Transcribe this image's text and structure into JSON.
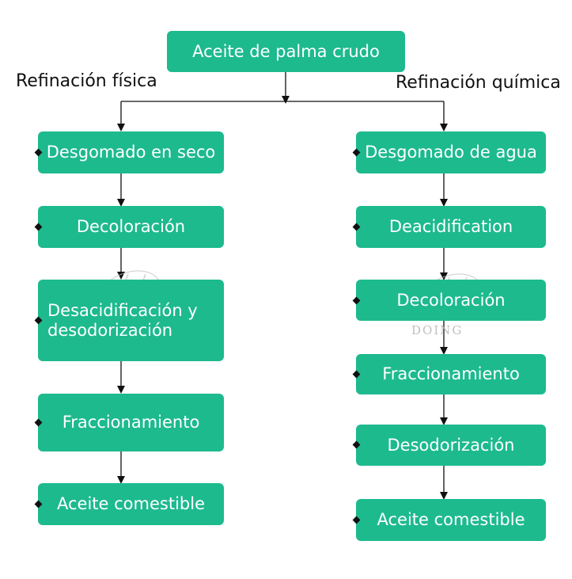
{
  "root": {
    "label": "Aceite de palma crudo"
  },
  "left": {
    "title": "Refinación física",
    "steps": [
      "Desgomado en seco",
      "Decoloración",
      "Desacidificación y desodorización",
      "Fraccionamiento",
      "Aceite comestible"
    ]
  },
  "right": {
    "title": "Refinación química",
    "steps": [
      "Desgomado de agua",
      "Deacidification",
      "Decoloración",
      "Fraccionamiento",
      "Desodorización",
      "Aceite comestible"
    ]
  },
  "watermark": {
    "text": "DOING"
  },
  "colors": {
    "box": "#1dba8e",
    "text": "#ffffff",
    "line": "#111111"
  }
}
